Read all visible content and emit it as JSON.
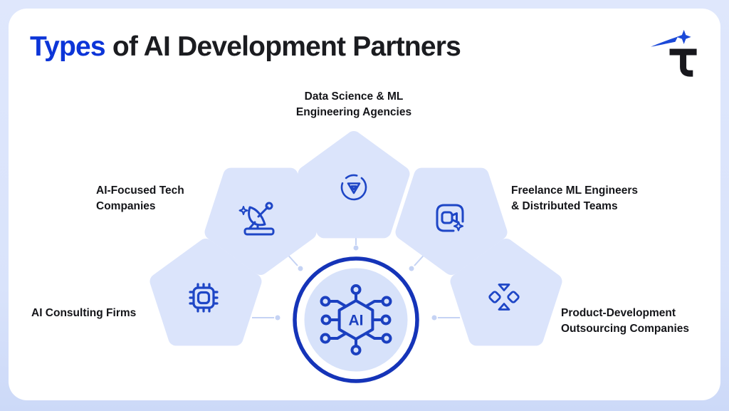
{
  "header": {
    "title_highlight": "Types",
    "title_rest": " of AI Development Partners"
  },
  "center": {
    "label": "AI",
    "icon": "ai-chip-circuit-icon"
  },
  "diagram": {
    "nodes": [
      {
        "id": "data-science",
        "label": "Data Science & ML\nEngineering Agencies",
        "icon": "target-down-arrow-icon",
        "position": "top"
      },
      {
        "id": "ai-focused-tech",
        "label": "AI-Focused Tech\nCompanies",
        "icon": "satellite-dish-icon",
        "position": "upper-left"
      },
      {
        "id": "freelance-ml",
        "label": "Freelance ML Engineers\n& Distributed Teams",
        "icon": "video-camera-sparkle-icon",
        "position": "upper-right"
      },
      {
        "id": "ai-consulting",
        "label": "AI Consulting Firms",
        "icon": "cpu-chip-icon",
        "position": "lower-left"
      },
      {
        "id": "product-outsourcing",
        "label": "Product-Development\nOutsourcing Companies",
        "icon": "modules-icon",
        "position": "lower-right"
      }
    ]
  },
  "colors": {
    "accent_blue": "#0c35d8",
    "icon_blue": "#1e46c6",
    "ring_blue": "#1534b8",
    "pentagon_fill": "#dbe4fb",
    "connector": "#c5d3f4",
    "text_dark": "#141519",
    "card_bg": "#ffffff",
    "page_bg": "#d9e3fb"
  }
}
